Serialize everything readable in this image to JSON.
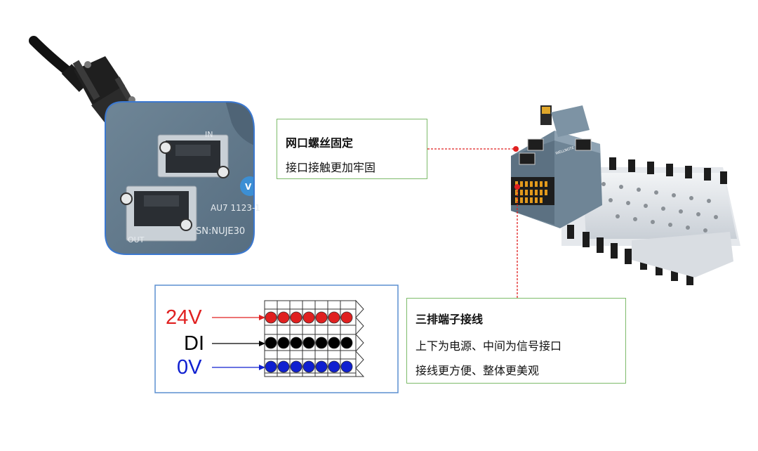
{
  "zoom_port_labels": {
    "in_label": "IN",
    "out_label": "OUT",
    "model_text": "AU7 1123-1",
    "serial_text": "SN:NUJE30",
    "logo_fragment": "V"
  },
  "module_logo": "WELLNOTE",
  "callout_network": {
    "title": "网口螺丝固定",
    "line1": "接口接触更加牢固"
  },
  "callout_terminal": {
    "title": "三排端子接线",
    "line1": "上下为电源、中间为信号接口",
    "line2": "接线更方便、整体更美观"
  },
  "terminal_legend": {
    "rows": [
      {
        "label": "24V",
        "color": "#e02020"
      },
      {
        "label": "DI",
        "color": "#000000"
      },
      {
        "label": "0V",
        "color": "#1020d0"
      }
    ]
  },
  "colors": {
    "callout_border": "#7dbb6a",
    "legend_border": "#5b8fd1",
    "leader_line": "#e02020",
    "device_body": "#6f8596"
  }
}
